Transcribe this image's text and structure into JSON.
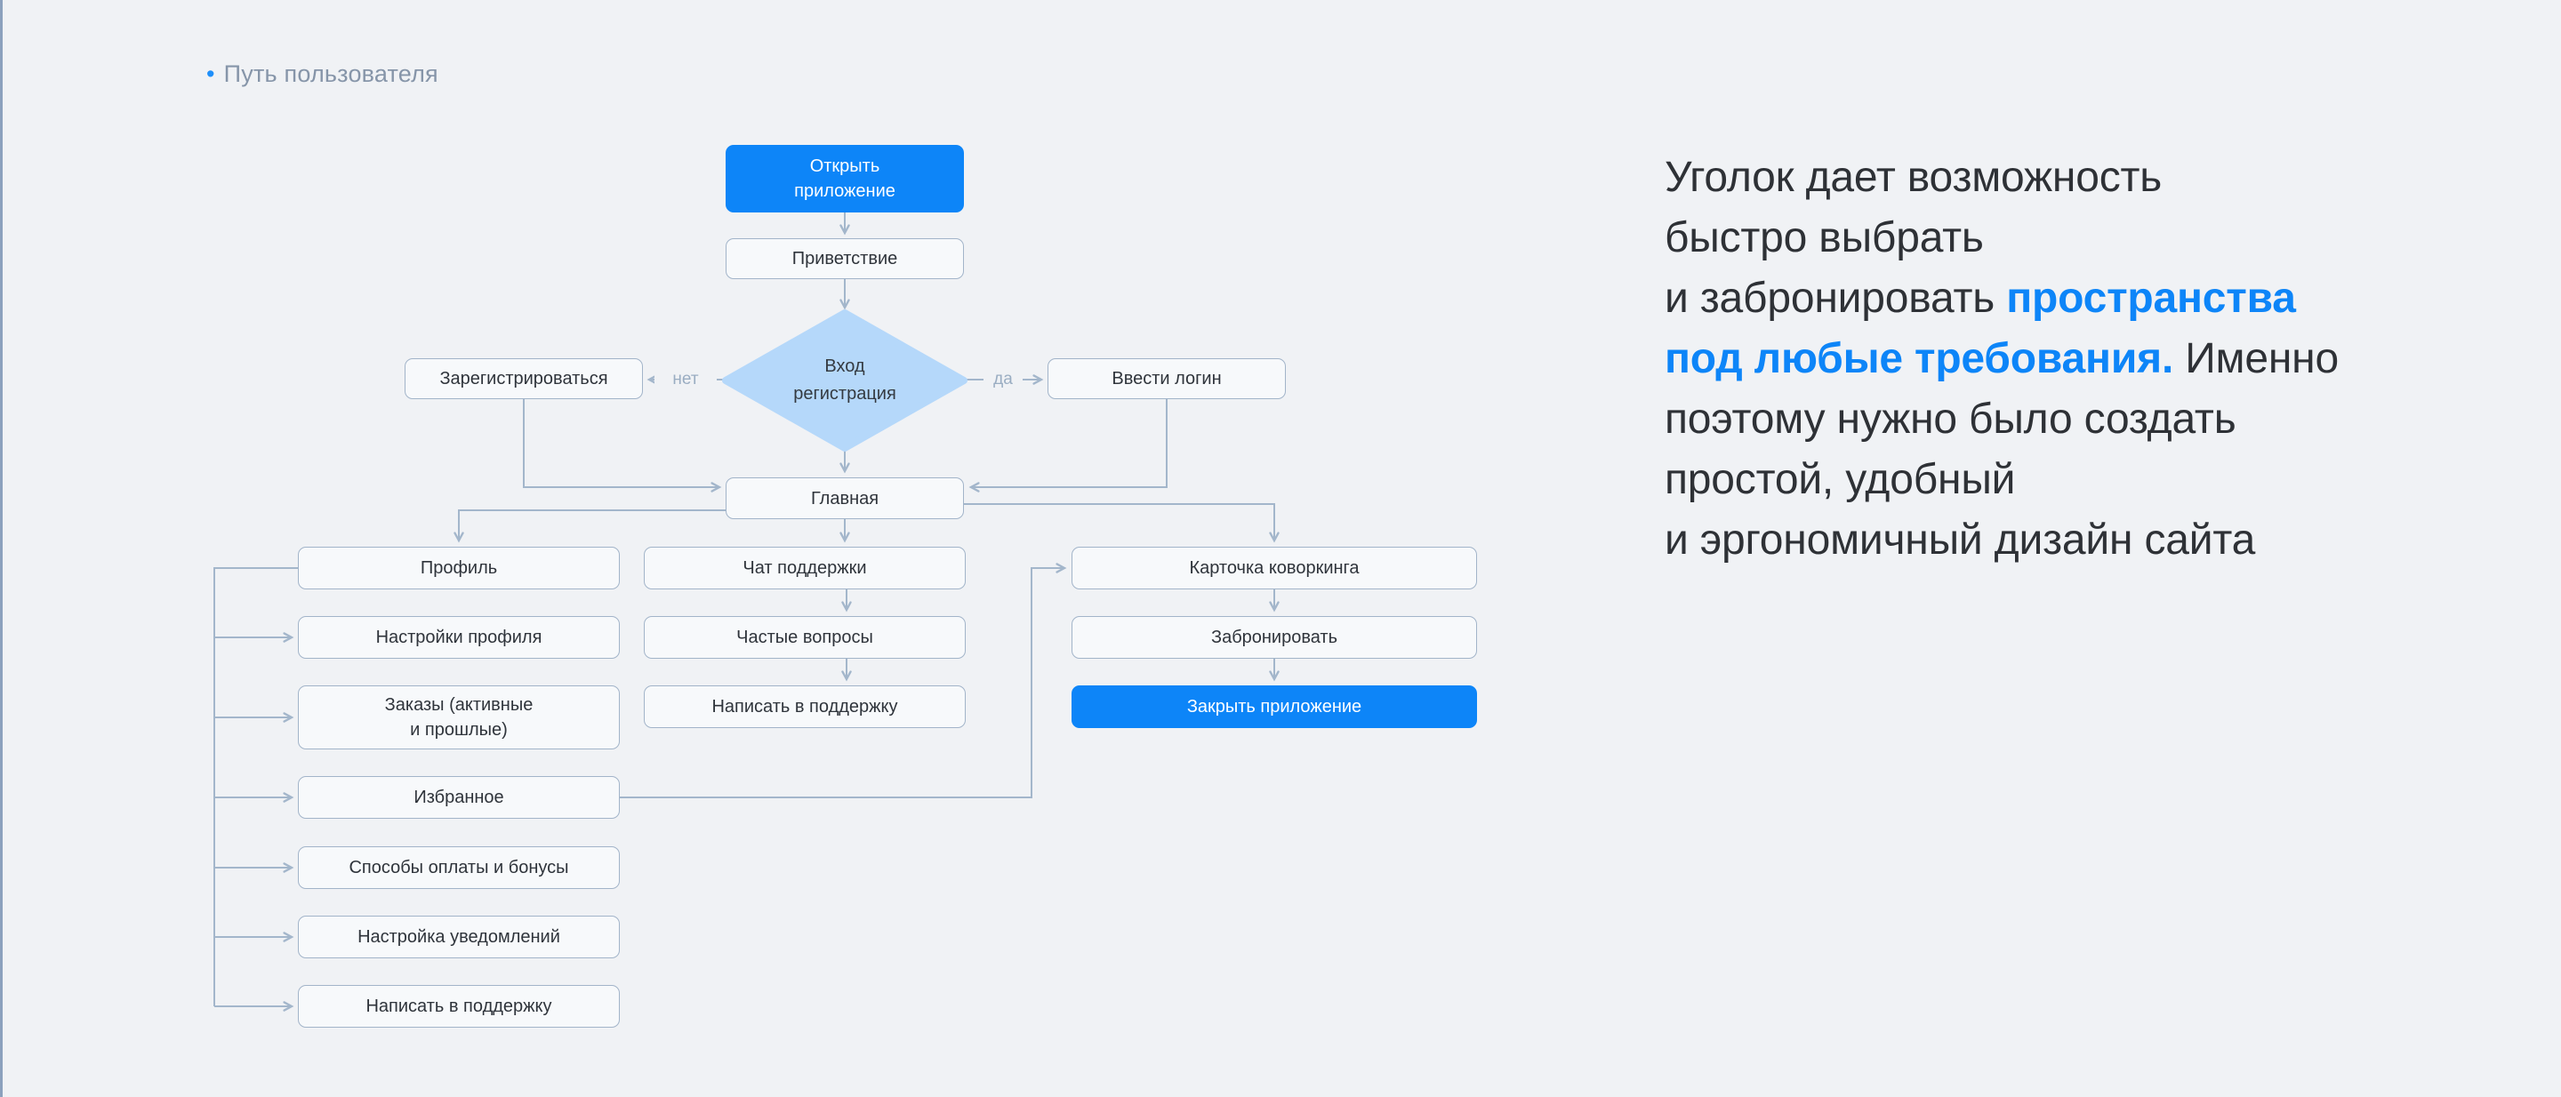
{
  "header": {
    "bullet": "•",
    "title": "Путь пользователя"
  },
  "flowchart": {
    "nodes": {
      "open_app": {
        "label": "Открыть\nприложение"
      },
      "greeting": {
        "label": "Приветствие"
      },
      "decision": {
        "label": "Вход\nрегистрация"
      },
      "register": {
        "label": "Зарегистрироваться"
      },
      "login": {
        "label": "Ввести логин"
      },
      "main": {
        "label": "Главная"
      },
      "profile": {
        "label": "Профиль"
      },
      "profile_settings": {
        "label": "Настройки профиля"
      },
      "orders": {
        "label": "Заказы (активные\nи прошлые)"
      },
      "favorites": {
        "label": "Избранное"
      },
      "payments": {
        "label": "Способы оплаты и бонусы"
      },
      "notifications": {
        "label": "Настройка уведомлений"
      },
      "support_left": {
        "label": "Написать в поддержку"
      },
      "chat": {
        "label": "Чат поддержки"
      },
      "faq": {
        "label": "Частые вопросы"
      },
      "support_mid": {
        "label": "Написать в поддержку"
      },
      "coworking_card": {
        "label": "Карточка коворкинга"
      },
      "book": {
        "label": "Забронировать"
      },
      "close_app": {
        "label": "Закрыть приложение"
      }
    },
    "edge_labels": {
      "no": "нет",
      "yes": "да"
    }
  },
  "quote": {
    "lines": [
      [
        {
          "t": "Уголок дает возможность",
          "c": "dark"
        }
      ],
      [
        {
          "t": "быстро выбрать",
          "c": "dark"
        }
      ],
      [
        {
          "t": "и забронировать ",
          "c": "dark"
        },
        {
          "t": "пространства",
          "c": "blue"
        }
      ],
      [
        {
          "t": "под любые требования.",
          "c": "blue"
        },
        {
          "t": " Именно",
          "c": "dark"
        }
      ],
      [
        {
          "t": "поэтому нужно было создать",
          "c": "dark"
        }
      ],
      [
        {
          "t": "простой, удобный",
          "c": "dark"
        }
      ],
      [
        {
          "t": "и эргономичный дизайн сайта",
          "c": "dark"
        }
      ]
    ]
  },
  "colors": {
    "accent_blue": "#0d85f8",
    "diamond_fill": "#b5d8fa",
    "connector": "#a3b6cb",
    "node_border": "#a2b4c9",
    "node_fill": "#f7f9fb",
    "background": "#f0f2f5",
    "left_edge_strip": "#8ca1bd",
    "title_text": "#8695a9",
    "edge_label_text": "#9aadc2",
    "paragraph_text": "#2e3136"
  }
}
